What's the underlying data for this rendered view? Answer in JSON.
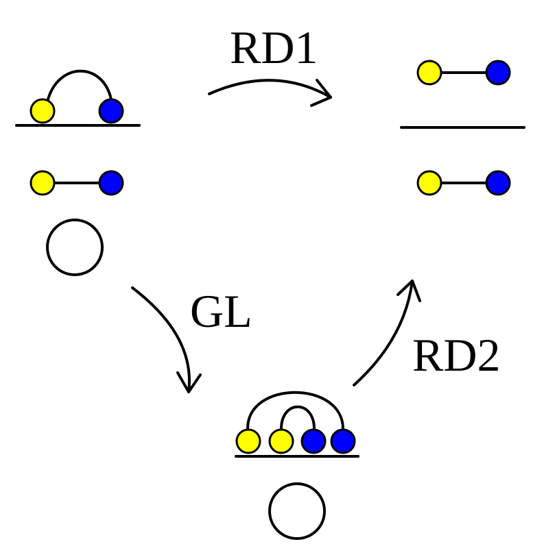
{
  "labels": {
    "rd1": "RD1",
    "gl": "GL",
    "rd2": "RD2"
  },
  "colors": {
    "yellow_bead": "#ffff00",
    "blue_bead": "#0000ff",
    "ink": "#000000",
    "background": "#ffffff"
  }
}
